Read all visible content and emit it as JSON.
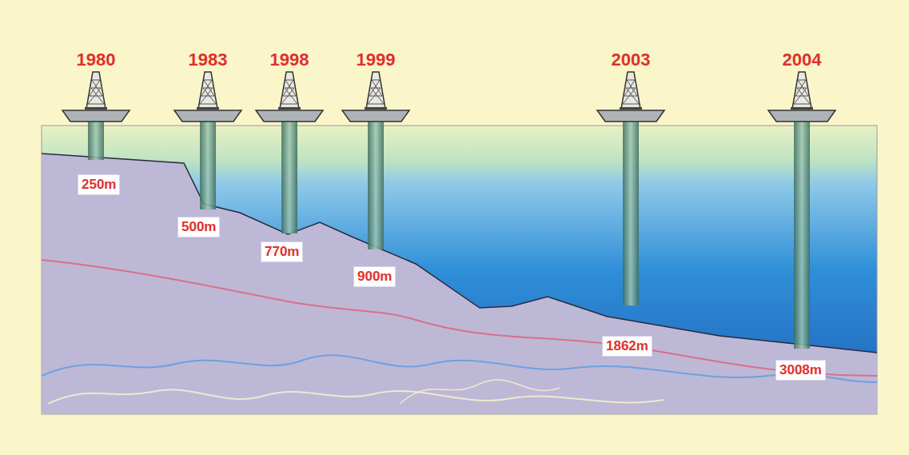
{
  "diagram": {
    "nodes": [
      {
        "text": [
          "250m"
        ]
      },
      {
        "text": [
          "500m"
        ]
      },
      {
        "text": [
          "770m"
        ]
      },
      {
        "text": [
          "900m"
        ]
      },
      {
        "text": [
          "1862m"
        ]
      },
      {
        "text": [
          "3008m"
        ]
      }
    ],
    "labels": [
      "1980",
      "1983",
      "1998",
      "1999",
      "2003",
      "2004"
    ]
  }
}
